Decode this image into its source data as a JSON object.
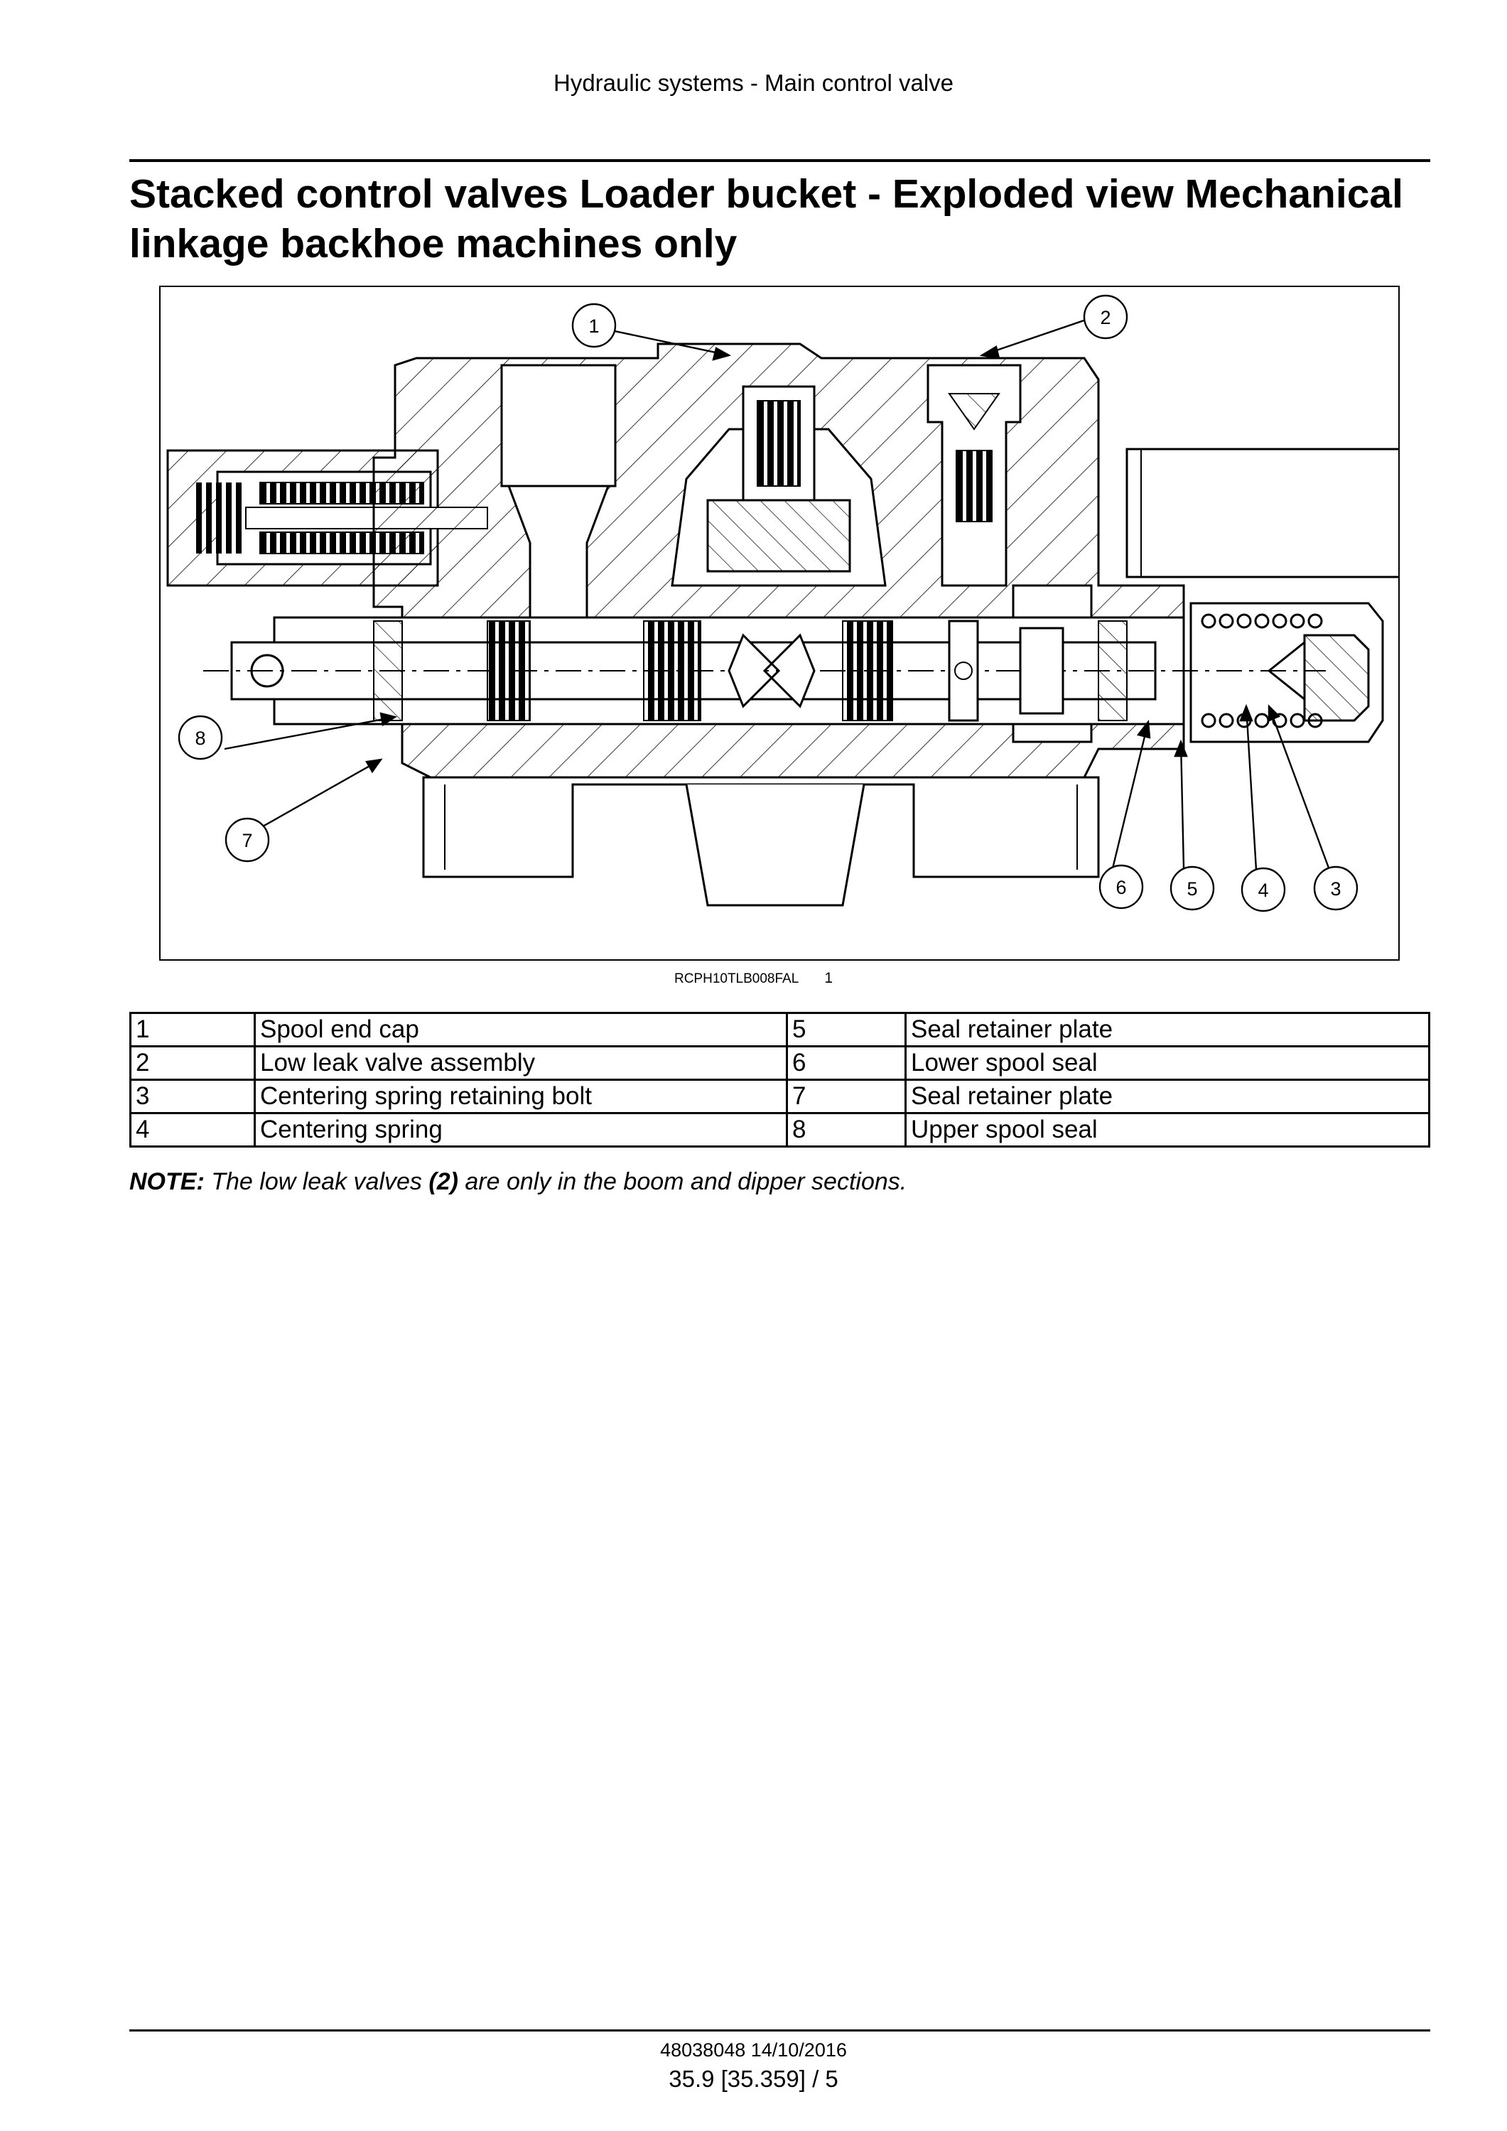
{
  "header": {
    "section": "Hydraulic systems - Main control valve"
  },
  "title": "Stacked control valves Loader bucket - Exploded view Mechanical linkage backhoe machines only",
  "figure": {
    "image_code": "RCPH10TLB008FAL",
    "figure_number": "1",
    "callouts": [
      "1",
      "2",
      "3",
      "4",
      "5",
      "6",
      "7",
      "8"
    ]
  },
  "legend": [
    {
      "left_num": "1",
      "left_desc": "Spool end cap",
      "right_num": "5",
      "right_desc": "Seal retainer plate"
    },
    {
      "left_num": "2",
      "left_desc": "Low leak valve assembly",
      "right_num": "6",
      "right_desc": "Lower spool seal"
    },
    {
      "left_num": "3",
      "left_desc": "Centering spring retaining bolt",
      "right_num": "7",
      "right_desc": "Seal retainer plate"
    },
    {
      "left_num": "4",
      "left_desc": "Centering spring",
      "right_num": "8",
      "right_desc": "Upper spool seal"
    }
  ],
  "note": {
    "label": "NOTE:",
    "text_before": " The low leak valves ",
    "ref": "(2)",
    "text_after": " are only in the boom and dipper sections."
  },
  "footer": {
    "doc_number": "48038048 14/10/2016",
    "page": "35.9 [35.359] / 5"
  }
}
